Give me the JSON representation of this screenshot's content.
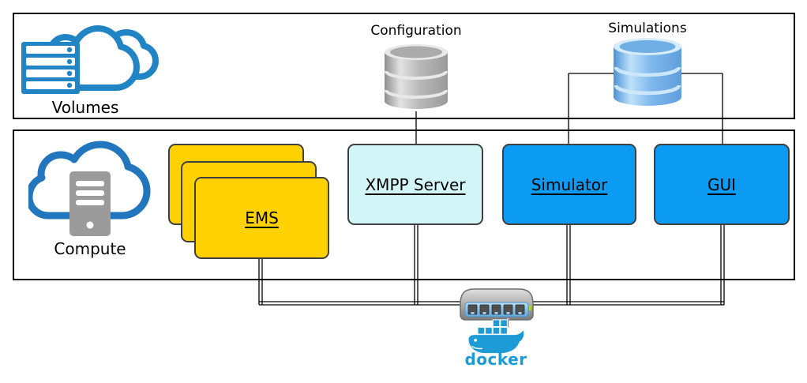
{
  "zones": {
    "volumes": {
      "label": "Volumes"
    },
    "compute": {
      "label": "Compute"
    }
  },
  "databases": {
    "configuration": {
      "label": "Configuration",
      "color": "#ABABAB"
    },
    "simulations": {
      "label": "Simulations",
      "color": "#6FAFE2"
    }
  },
  "nodes": {
    "ems": {
      "label": "EMS",
      "fill": "#FFD100",
      "stacked_copies": 3
    },
    "xmpp_server": {
      "label": "XMPP Server",
      "fill": "#D2F5F7"
    },
    "simulator": {
      "label": "Simulator",
      "fill": "#0B9BF2"
    },
    "gui": {
      "label": "GUI",
      "fill": "#0B9BF2"
    }
  },
  "docker": {
    "label": "docker",
    "brand_color": "#1D9BD7"
  },
  "icons": {
    "volumes": "cloud-storage-rack-icon",
    "compute": "cloud-server-icon",
    "configuration": "grey-database-icon",
    "simulations": "blue-database-icon",
    "network": "switch-icon",
    "docker": "docker-whale-icon"
  },
  "colors": {
    "icon_blue": "#2185C5",
    "node_border": "#3F3F3F",
    "zone_border": "#000000",
    "connector": "#000000"
  }
}
